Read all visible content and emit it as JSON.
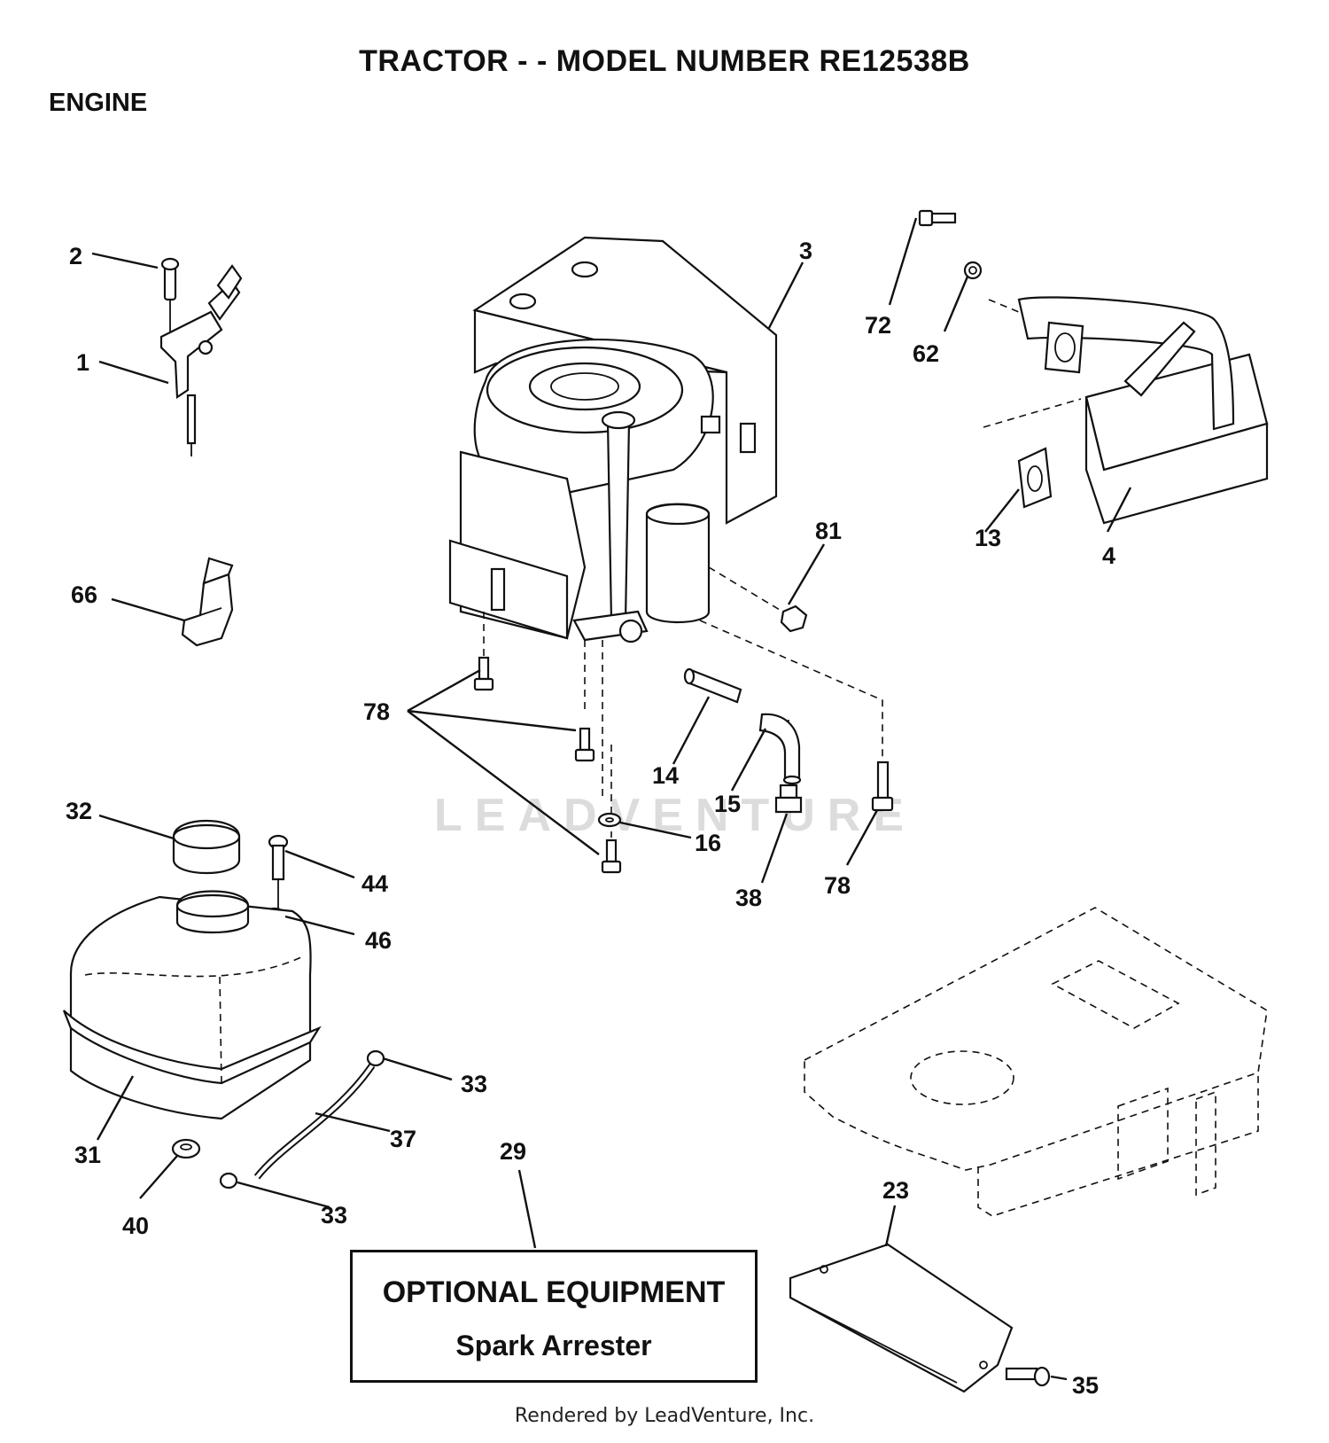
{
  "header": {
    "title": "TRACTOR - - MODEL NUMBER RE12538B",
    "section": "ENGINE"
  },
  "callouts": {
    "c1": "1",
    "c2": "2",
    "c3": "3",
    "c4": "4",
    "c13": "13",
    "c14": "14",
    "c15": "15",
    "c16": "16",
    "c23": "23",
    "c29": "29",
    "c31": "31",
    "c32": "32",
    "c33a": "33",
    "c33b": "33",
    "c35": "35",
    "c37": "37",
    "c38": "38",
    "c40": "40",
    "c44": "44",
    "c46": "46",
    "c62": "62",
    "c66": "66",
    "c72": "72",
    "c78a": "78",
    "c78b": "78",
    "c81": "81"
  },
  "optional_box": {
    "title": "OPTIONAL EQUIPMENT",
    "subtitle": "Spark Arrester"
  },
  "watermark": "LEADVENTURE",
  "footer": "Rendered by LeadVenture, Inc."
}
